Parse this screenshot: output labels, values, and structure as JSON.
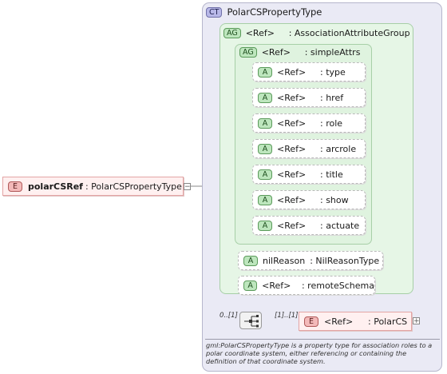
{
  "complex_type": {
    "badge": "CT",
    "name": "PolarCSPropertyType"
  },
  "root_element": {
    "badge": "E",
    "name": "polarCSRef",
    "type": ": PolarCSPropertyType",
    "toggle": "−"
  },
  "association_group": {
    "badge": "AG",
    "ref": "<Ref>",
    "name": ": AssociationAttributeGroup"
  },
  "simple_attrs": {
    "badge": "AG",
    "ref": "<Ref>",
    "name": ": simpleAttrs"
  },
  "simple_attr_items": [
    {
      "badge": "A",
      "ref": "<Ref>",
      "name": ": type"
    },
    {
      "badge": "A",
      "ref": "<Ref>",
      "name": ": href"
    },
    {
      "badge": "A",
      "ref": "<Ref>",
      "name": ": role"
    },
    {
      "badge": "A",
      "ref": "<Ref>",
      "name": ": arcrole"
    },
    {
      "badge": "A",
      "ref": "<Ref>",
      "name": ": title"
    },
    {
      "badge": "A",
      "ref": "<Ref>",
      "name": ": show"
    },
    {
      "badge": "A",
      "ref": "<Ref>",
      "name": ": actuate"
    }
  ],
  "nil_reason": {
    "badge": "A",
    "name": "nilReason",
    "type": ": NilReasonType"
  },
  "remote_schema": {
    "badge": "A",
    "ref": "<Ref>",
    "name": ": remoteSchema"
  },
  "sequence": {
    "cardinality": "0..[1]",
    "child_cardinality": "[1]..[1]"
  },
  "polar_cs": {
    "badge": "E",
    "ref": "<Ref>",
    "name": ": PolarCS",
    "toggle": "+"
  },
  "documentation": "gml:PolarCSPropertyType is a property type for association roles to a polar coordinate system, either referencing or containing the definition of that coordinate system."
}
